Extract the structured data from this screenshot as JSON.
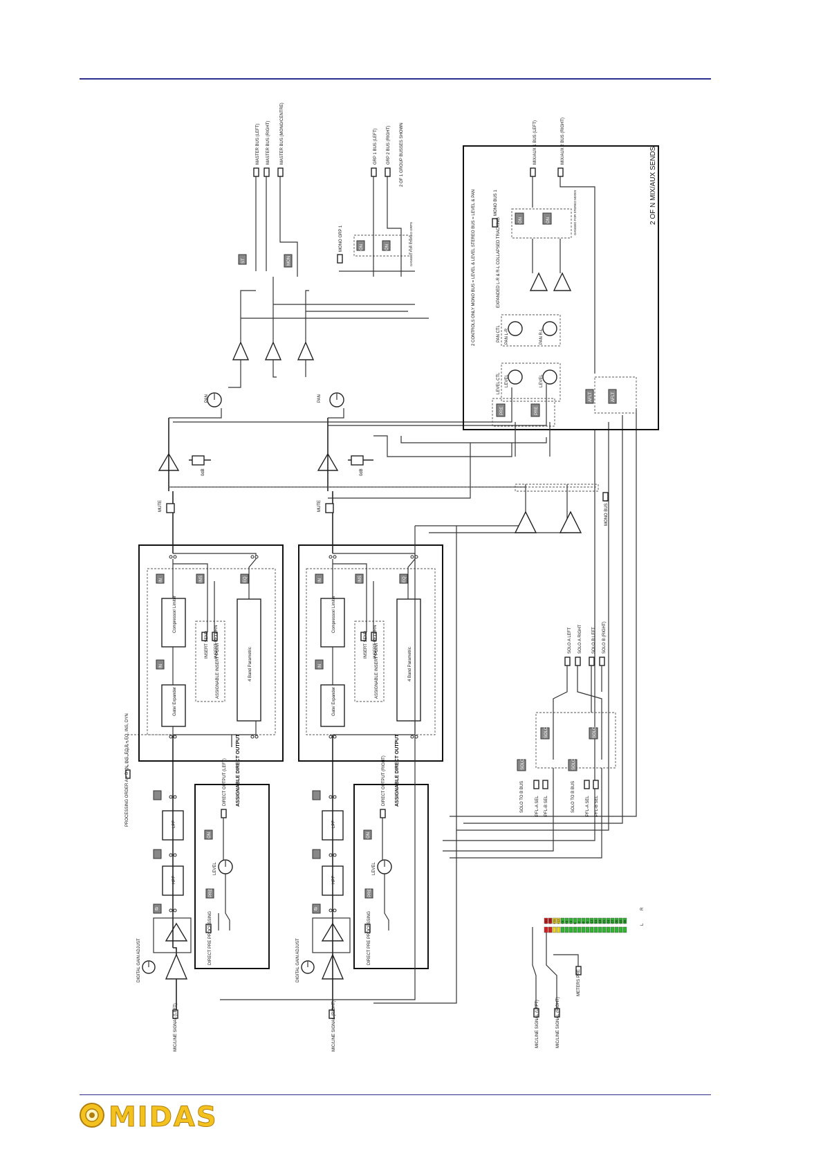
{
  "header": {
    "rule_color": "#2b2d8f"
  },
  "footer": {
    "brand": "MIDAS",
    "brand_color": "#f4c21f"
  },
  "diagram": {
    "title": "2 OF N MIX/AUX SENDS",
    "inputs": {
      "left": "MIC/LINE SIGNAL (LEFT)",
      "right": "MIC/LINE SIGNAL (RIGHT)",
      "meter_left": "MIC/LINE SIGNAL (LEFT)",
      "meter_right": "MIC/LINE SIGNAL (RIGHT)"
    },
    "digital_gain": "DIGITAL GAIN ADJUST",
    "phase": "Ø",
    "hpf": "HPF",
    "lpf": "LPF",
    "processing_order": "PROCESSING ORDER A = DYN, INS, EQ B = EQ, INS, DYN",
    "gate": "Gate/ Expander",
    "compressor": "Compressor/ Limiter",
    "eq": "4 Band Parametric",
    "insert_point": "ASSIGNABLE INSERT POINT",
    "insert_send": "INSERT SEND",
    "insert_return": "INSERT RETURN",
    "in_label": "IN",
    "ins_label": "INS",
    "eq_label": "EQ",
    "mute": "MUTE",
    "odb": "0dB",
    "pan": "PAN",
    "direct_pre": "DIRECT PRE PROCESSING",
    "direct_output_title": "ASSIGNABLE DIRECT OUTPUT",
    "direct_output_left": "DIRECT OUTPUT (LEFT)",
    "direct_output_right": "DIRECT OUTPUT (RIGHT)",
    "level": "LEVEL",
    "pre": "PRE",
    "on": "ON",
    "st": "ST",
    "mon": "MON",
    "master_bus_left": "MASTER BUS (LEFT)",
    "master_bus_right": "MASTER BUS (RIGHT)",
    "master_bus_mono": "MASTER BUS (MONO/CENTRE)",
    "grp_left": "GRP 1 BUS (LEFT)",
    "grp_right": "GRP 2 BUS (RIGHT)",
    "grp_note": "2 OF 1 GROUP BUSSES SHOWN",
    "mono_grp": "MONO GRP 1",
    "ganged_stereo_grps": "GANGED FOR STEREO GRPS",
    "mix_aux_1": "MIX/AUX 1 BUS (LEFT)",
    "mix_aux_2": "MIX/AUX 2 BUS (RIGHT)",
    "mono_bus": "MONO BUS 1",
    "ganged_stereo_mixes": "GANGED FOR STEREO MIXES",
    "level_ctl": "LEVEL CTL",
    "pan_ctl": "PAN CTL",
    "pan_lr": "PAN L-R",
    "pan_rl": "PAN R-L",
    "aflt": "AFLT",
    "mode_notes": "2 CONTROLS ONLY MONO BUS = LEVEL & LEVEL STEREO BUS = LEVEL & PAN",
    "expanded_note": "EXPANDED L-R & R-L COLLAPSED TRACKING",
    "solo_a_left": "SOLO A LEFT",
    "solo_a_right": "SOLO A RIGHT",
    "solo_b_left": "SOLO B LEFT",
    "solo_b_right": "SOLO B (RIGHT)",
    "solo_to_b": "SOLO TO B BUS",
    "pfl_a_sel": "PFL-A SEL",
    "pfl_b_sel": "PFL-B SEL",
    "solo_box": "SOLO",
    "meters_pre": "METERS PRE",
    "meter_scale": [
      "+21",
      "+18",
      "+15",
      "+12",
      "+9",
      "+6",
      "+3",
      "0",
      "-3",
      "-6",
      "-9",
      "-12",
      "-15",
      "-18",
      "-21",
      "-24",
      "-27",
      "-30",
      "-33",
      "-36"
    ],
    "meter_L": "L",
    "meter_R": "R"
  }
}
